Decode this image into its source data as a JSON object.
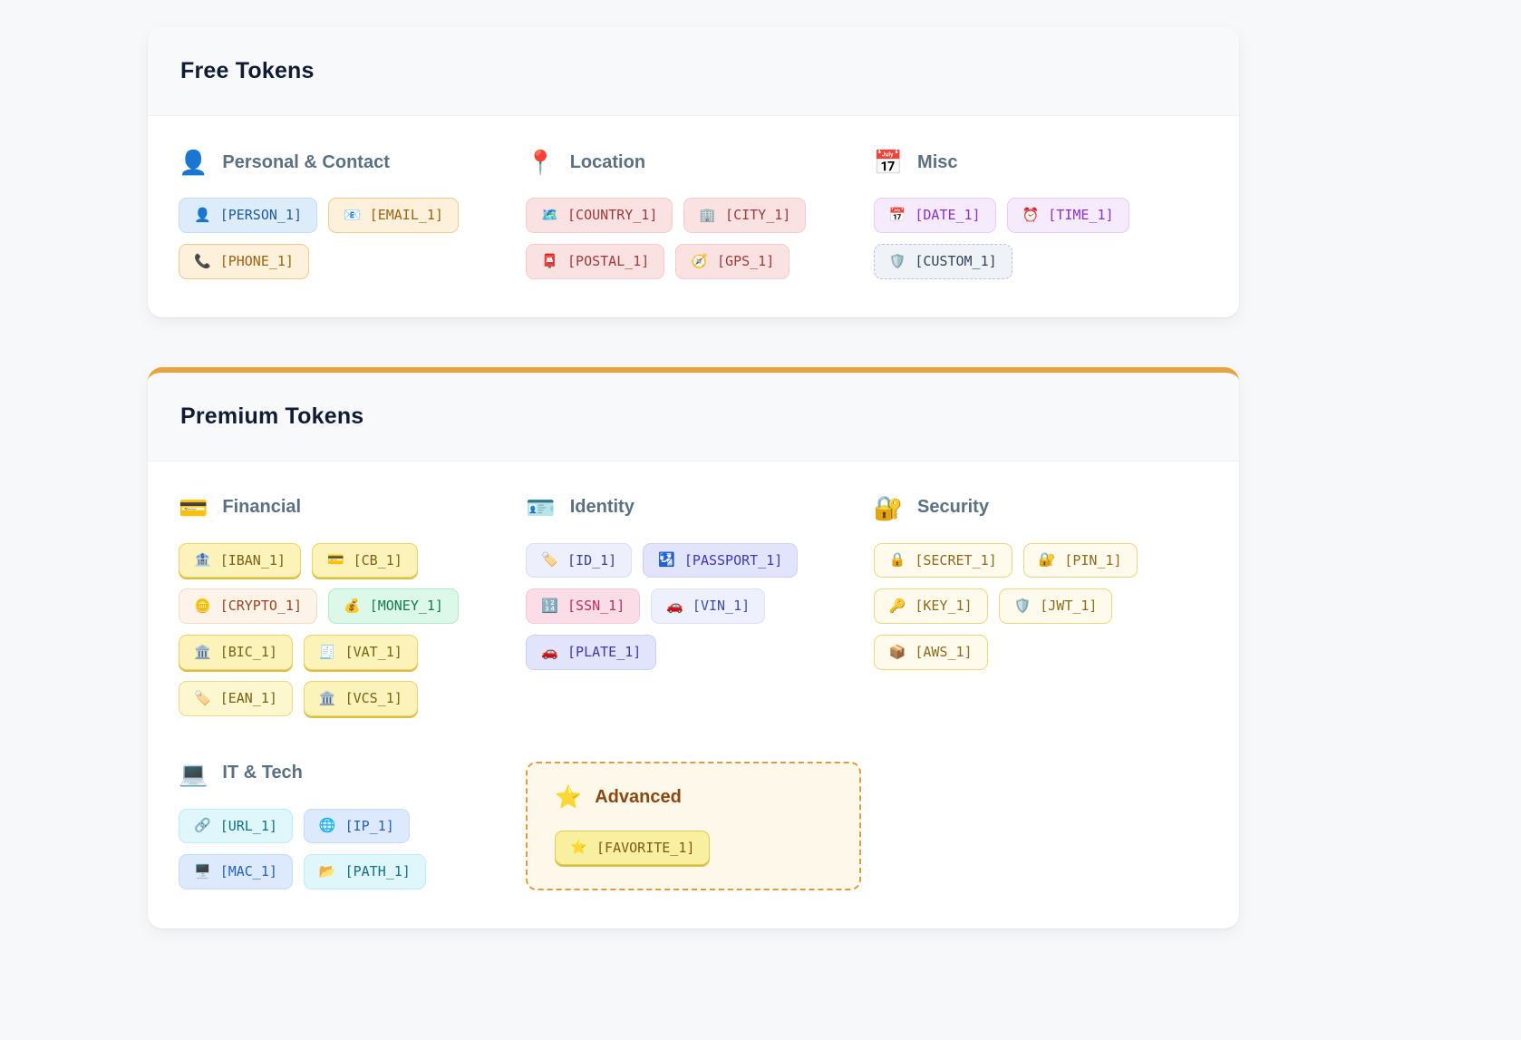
{
  "free_card": {
    "title": "Free Tokens",
    "categories": [
      {
        "id": "personal-contact",
        "label": "Personal & Contact",
        "icon": "👤",
        "icon_name": "person-icon",
        "tokens": [
          {
            "label": "[PERSON_1]",
            "icon": "👤",
            "icon_name": "person-icon",
            "style": "blue"
          },
          {
            "label": "[EMAIL_1]",
            "icon": "📧",
            "icon_name": "email-icon",
            "style": "peach"
          },
          {
            "label": "[PHONE_1]",
            "icon": "📞",
            "icon_name": "phone-icon",
            "style": "peach"
          }
        ]
      },
      {
        "id": "location",
        "label": "Location",
        "icon": "📍",
        "icon_name": "pushpin-icon",
        "tokens": [
          {
            "label": "[COUNTRY_1]",
            "icon": "🗺️",
            "icon_name": "map-icon",
            "style": "rose"
          },
          {
            "label": "[CITY_1]",
            "icon": "🏢",
            "icon_name": "building-icon",
            "style": "rose"
          },
          {
            "label": "[POSTAL_1]",
            "icon": "📮",
            "icon_name": "postbox-icon",
            "style": "rose"
          },
          {
            "label": "[GPS_1]",
            "icon": "🧭",
            "icon_name": "compass-icon",
            "style": "rose"
          }
        ]
      },
      {
        "id": "misc",
        "label": "Misc",
        "icon": "📅",
        "icon_name": "calendar-icon",
        "tokens": [
          {
            "label": "[DATE_1]",
            "icon": "📅",
            "icon_name": "calendar-icon",
            "style": "violet"
          },
          {
            "label": "[TIME_1]",
            "icon": "⏰",
            "icon_name": "alarm-clock-icon",
            "style": "violet"
          },
          {
            "label": "[CUSTOM_1]",
            "icon": "🛡️",
            "icon_name": "shield-icon",
            "style": "slate-dashed"
          }
        ]
      }
    ]
  },
  "premium_card": {
    "title": "Premium Tokens",
    "accent_color": "#e8a33c",
    "categories": [
      {
        "id": "financial",
        "label": "Financial",
        "icon": "💳",
        "icon_name": "credit-card-icon",
        "tokens": [
          {
            "label": "[IBAN_1]",
            "icon": "🏦",
            "icon_name": "bank-icon",
            "style": "gold"
          },
          {
            "label": "[CB_1]",
            "icon": "💳",
            "icon_name": "credit-card-icon",
            "style": "gold"
          },
          {
            "label": "[CRYPTO_1]",
            "icon": "🪙",
            "icon_name": "coin-icon",
            "style": "peach-light"
          },
          {
            "label": "[MONEY_1]",
            "icon": "💰",
            "icon_name": "money-bag-icon",
            "style": "mint"
          },
          {
            "label": "[BIC_1]",
            "icon": "🏛️",
            "icon_name": "classical-building-icon",
            "style": "gold"
          },
          {
            "label": "[VAT_1]",
            "icon": "🧾",
            "icon_name": "receipt-icon",
            "style": "gold"
          },
          {
            "label": "[EAN_1]",
            "icon": "🏷️",
            "icon_name": "tag-icon",
            "style": "gold-light"
          },
          {
            "label": "[VCS_1]",
            "icon": "🏛️",
            "icon_name": "classical-building-icon",
            "style": "gold"
          }
        ]
      },
      {
        "id": "identity",
        "label": "Identity",
        "icon": "🪪",
        "icon_name": "id-card-icon",
        "tokens": [
          {
            "label": "[ID_1]",
            "icon": "🏷️",
            "icon_name": "tag-icon",
            "style": "indigo-light"
          },
          {
            "label": "[PASSPORT_1]",
            "icon": "🛂",
            "icon_name": "passport-control-icon",
            "style": "indigo"
          },
          {
            "label": "[SSN_1]",
            "icon": "🔢",
            "icon_name": "input-numbers-icon",
            "style": "pink"
          },
          {
            "label": "[VIN_1]",
            "icon": "🚗",
            "icon_name": "car-icon",
            "style": "indigo-lighter"
          },
          {
            "label": "[PLATE_1]",
            "icon": "🚗",
            "icon_name": "car-icon",
            "style": "indigo"
          }
        ]
      },
      {
        "id": "security",
        "label": "Security",
        "icon": "🔐",
        "icon_name": "lock-with-key-icon",
        "tokens": [
          {
            "label": "[SECRET_1]",
            "icon": "🔒",
            "icon_name": "lock-icon",
            "style": "cream"
          },
          {
            "label": "[PIN_1]",
            "icon": "🔐",
            "icon_name": "lock-with-key-icon",
            "style": "cream"
          },
          {
            "label": "[KEY_1]",
            "icon": "🔑",
            "icon_name": "key-icon",
            "style": "cream"
          },
          {
            "label": "[JWT_1]",
            "icon": "🛡️",
            "icon_name": "shield-icon",
            "style": "cream"
          },
          {
            "label": "[AWS_1]",
            "icon": "📦",
            "icon_name": "package-icon",
            "style": "cream"
          }
        ]
      },
      {
        "id": "it-tech",
        "label": "IT & Tech",
        "icon": "💻",
        "icon_name": "laptop-icon",
        "tokens": [
          {
            "label": "[URL_1]",
            "icon": "🔗",
            "icon_name": "link-icon",
            "style": "cyan"
          },
          {
            "label": "[IP_1]",
            "icon": "🌐",
            "icon_name": "globe-icon",
            "style": "sky"
          },
          {
            "label": "[MAC_1]",
            "icon": "🖥️",
            "icon_name": "desktop-computer-icon",
            "style": "sky"
          },
          {
            "label": "[PATH_1]",
            "icon": "📂",
            "icon_name": "open-folder-icon",
            "style": "cyan"
          }
        ]
      },
      {
        "id": "advanced",
        "label": "Advanced",
        "icon": "⭐",
        "icon_name": "star-icon",
        "boxed": true,
        "tokens": [
          {
            "label": "[FAVORITE_1]",
            "icon": "⭐",
            "icon_name": "star-icon",
            "style": "favorite"
          }
        ]
      }
    ]
  }
}
